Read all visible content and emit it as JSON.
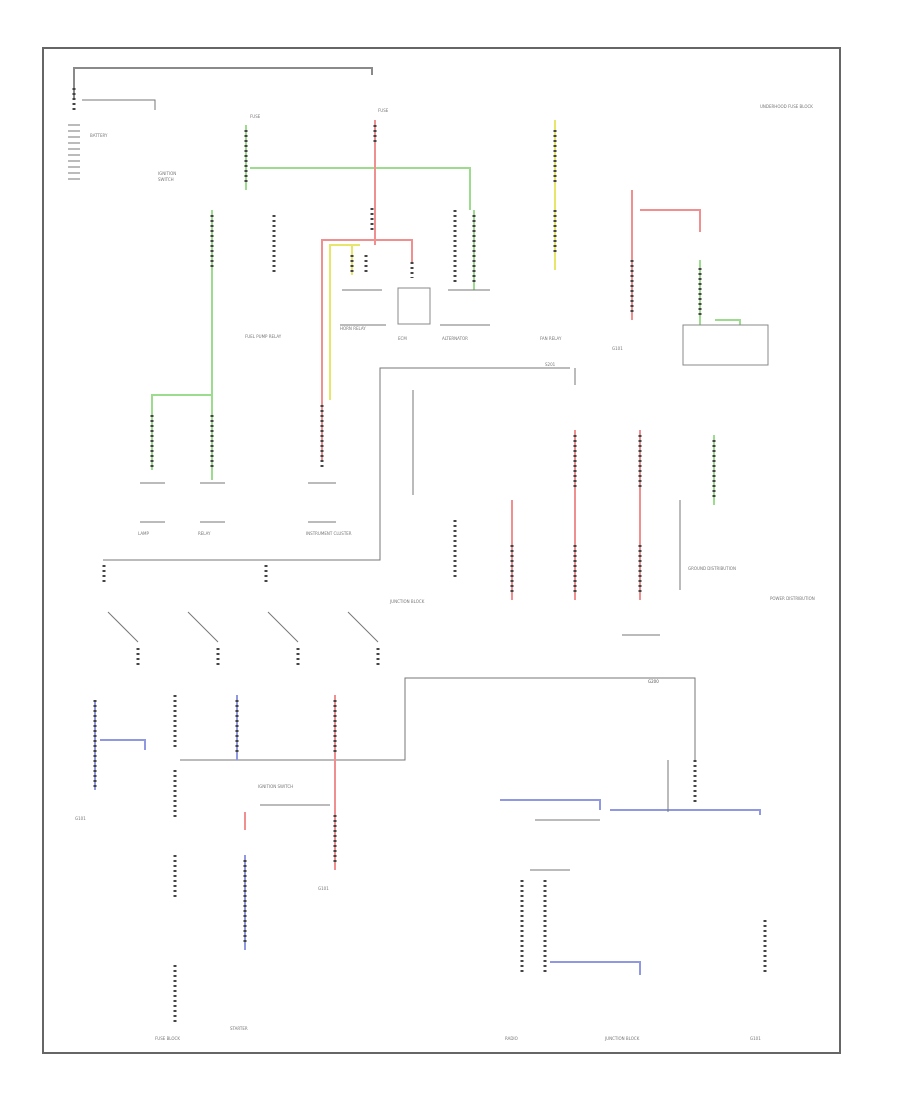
{
  "diagram": {
    "ground_label": "G101",
    "labels": {
      "fuse_block": "FUSE BLOCK",
      "underhood_fuse_block": "UNDERHOOD FUSE BLOCK",
      "battery": "BATTERY",
      "alternator": "ALTERNATOR",
      "starter": "STARTER",
      "ignition_switch": "IGNITION SWITCH",
      "ecm": "ECM",
      "horn_relay": "HORN RELAY",
      "fan_relay": "FAN RELAY",
      "fuel_pump_relay": "FUEL PUMP RELAY",
      "splice": "S201",
      "grounds_label": "GROUND DISTRIBUTION",
      "instrument_cluster": "INSTRUMENT CLUSTER",
      "radio": "RADIO",
      "junction": "JUNCTION BLOCK",
      "power_distribution": "POWER DISTRIBUTION",
      "lamp": "LAMP",
      "relay": "RELAY"
    }
  }
}
